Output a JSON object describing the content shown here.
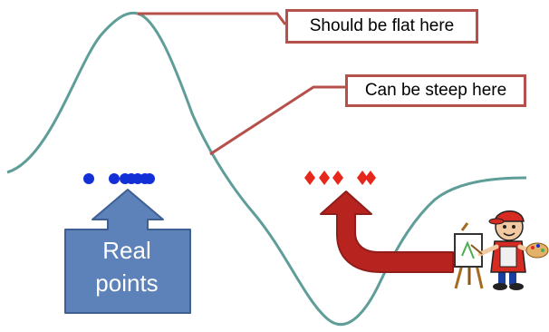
{
  "annotations": {
    "flat_label": "Should be flat here",
    "steep_label": "Can be steep here",
    "real_points_label": [
      "Real",
      "points"
    ]
  },
  "colors": {
    "curve": "#5f9e98",
    "callout_line": "#b5504b",
    "real_points": "#1330d6",
    "fake_points": "#e8271c",
    "blue_arrow_fill": "#5d81b9",
    "blue_arrow_stroke": "#3e5f92",
    "red_arrow_fill": "#b7231e",
    "red_arrow_stroke": "#8f1d19"
  },
  "icons": {
    "artist": "painter-at-easel-icon"
  }
}
